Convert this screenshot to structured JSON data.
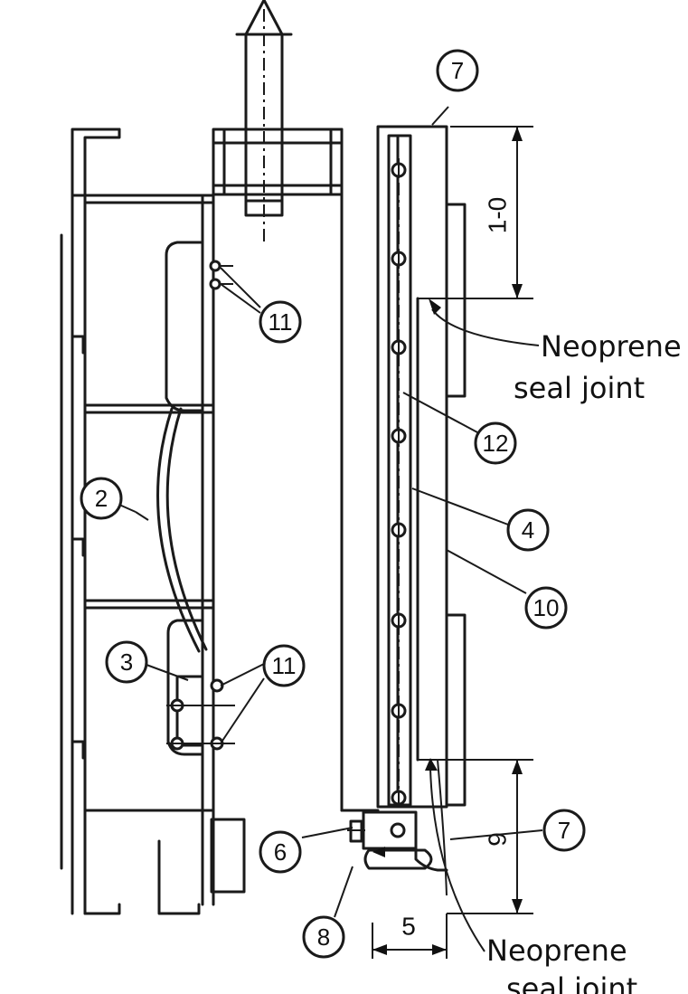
{
  "callouts": {
    "c2": "2",
    "c3": "3",
    "c4": "4",
    "c6": "6",
    "c7_top": "7",
    "c7_bottom": "7",
    "c8": "8",
    "c10": "10",
    "c11_top": "11",
    "c11_bottom": "11",
    "c12": "12"
  },
  "notes": {
    "neoprene_top_line1": "Neoprene",
    "neoprene_top_line2": "seal joint",
    "neoprene_bottom_line1": "Neoprene",
    "neoprene_bottom_line2": "seal joint"
  },
  "dimensions": {
    "top_vertical": "1-0",
    "bottom_vertical": "9",
    "bottom_horizontal": "5"
  }
}
